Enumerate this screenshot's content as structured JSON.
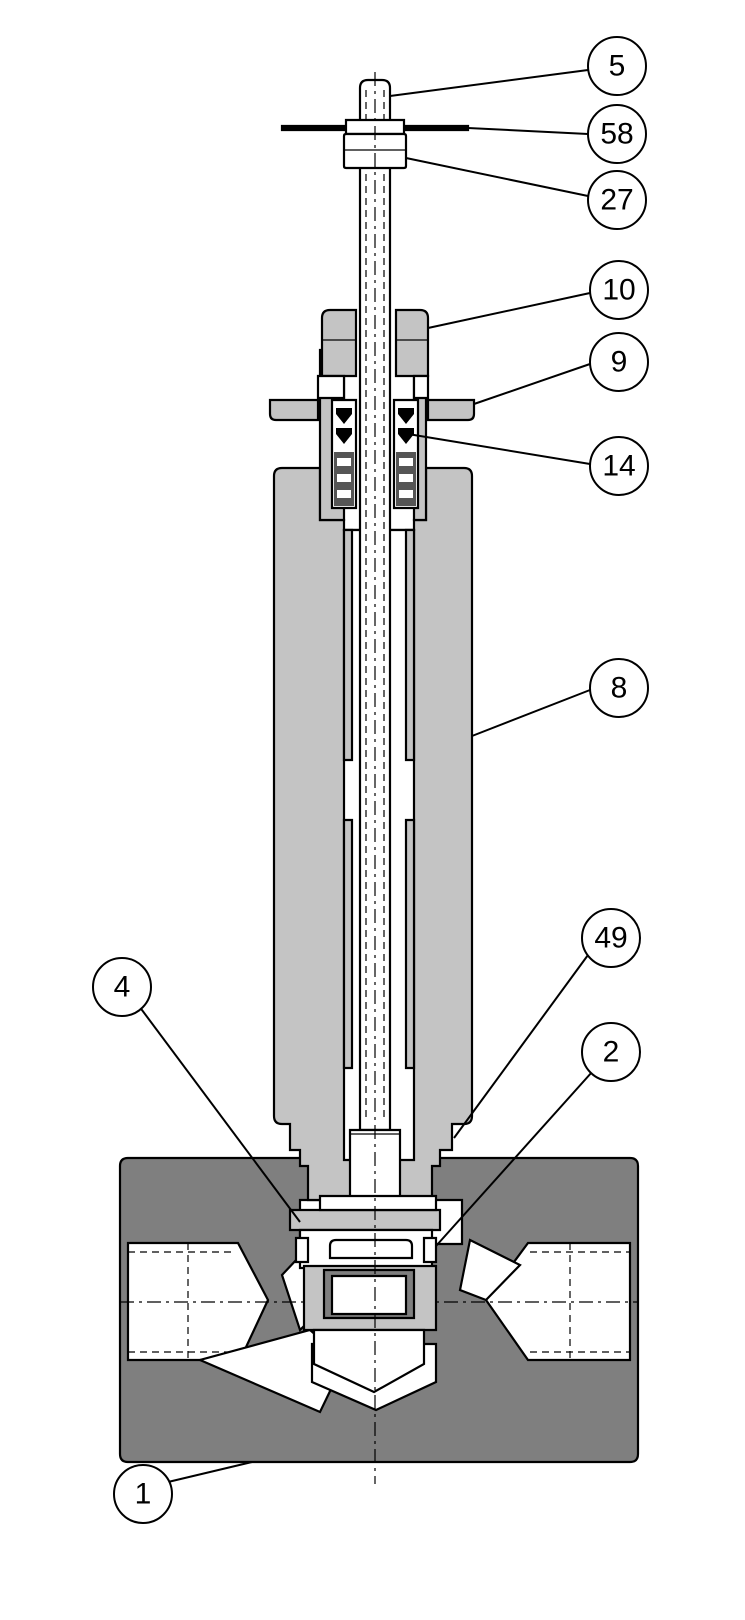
{
  "colors": {
    "body_fill": "#7f7f7f",
    "bonnet_fill": "#c4c4c4",
    "white_fill": "#ffffff",
    "line": "#000000"
  },
  "callouts": [
    {
      "id": "c5",
      "label": "5"
    },
    {
      "id": "c58",
      "label": "58"
    },
    {
      "id": "c27",
      "label": "27"
    },
    {
      "id": "c10",
      "label": "10"
    },
    {
      "id": "c9",
      "label": "9"
    },
    {
      "id": "c14",
      "label": "14"
    },
    {
      "id": "c8",
      "label": "8"
    },
    {
      "id": "c49",
      "label": "49"
    },
    {
      "id": "c4",
      "label": "4"
    },
    {
      "id": "c2",
      "label": "2"
    },
    {
      "id": "c1",
      "label": "1"
    }
  ]
}
